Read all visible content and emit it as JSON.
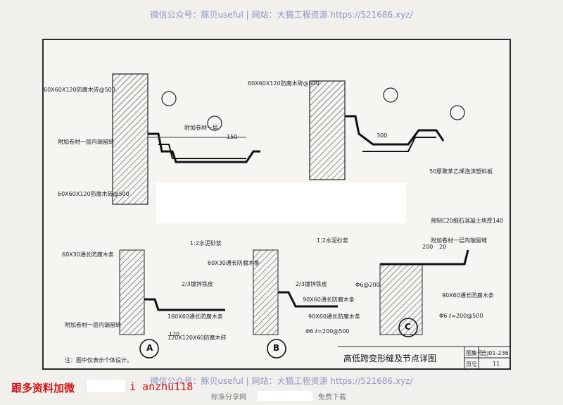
{
  "watermark": {
    "top": "微信公众号：豚贝useful | 网站：大猫工程资源 https://521686.xyz/",
    "bottom": "微信公众号：豚贝useful | 网站：大猫工程资源 https://521686.xyz/"
  },
  "drawing": {
    "labels_top_left": [
      "60X60X120防腐木砖@500",
      "附加卷材一层内端留缝",
      "60X60X120防腐木砖@500",
      "附加卷材一层",
      "150"
    ],
    "labels_top_right": [
      "60X60X120防腐木砖@500",
      "300",
      "50厚聚苯乙烯泡沫塑料板"
    ],
    "labels_mid": [
      "预制C20细石混凝土块厚140",
      "附加卷材一层内端留缝",
      "1:2水泥砂浆",
      "1:2水泥砂浆",
      "60X30通长防腐木条",
      "60X30通长防腐木条",
      "2/3镀锌铁皮",
      "2/3镀锌铁皮",
      "160X60通长防腐木条",
      "90X60通长防腐木条",
      "附加卷材一层内端留缝",
      "120X120X60防腐木砖",
      "90X60通长防腐木条",
      "Φ6 ℓ=200@500",
      "Φ6@200",
      "90X60通长防腐木条",
      "Φ6 ℓ=200@500",
      "120",
      "200",
      "20"
    ],
    "detail_markers": [
      "A",
      "B",
      "C"
    ],
    "note": "注：图中仅表示个体设计。"
  },
  "title_block": {
    "title": "高低跨变形缝及节点详图",
    "atlas_label": "图集号",
    "atlas_no": "吉J01-236",
    "page_label": "页号",
    "page_no": "11"
  },
  "footer": {
    "red_text": "跟多资料加微",
    "red_id": "i anzhu118",
    "gray_left": "标准分享网",
    "gray_right": "免费下载"
  }
}
